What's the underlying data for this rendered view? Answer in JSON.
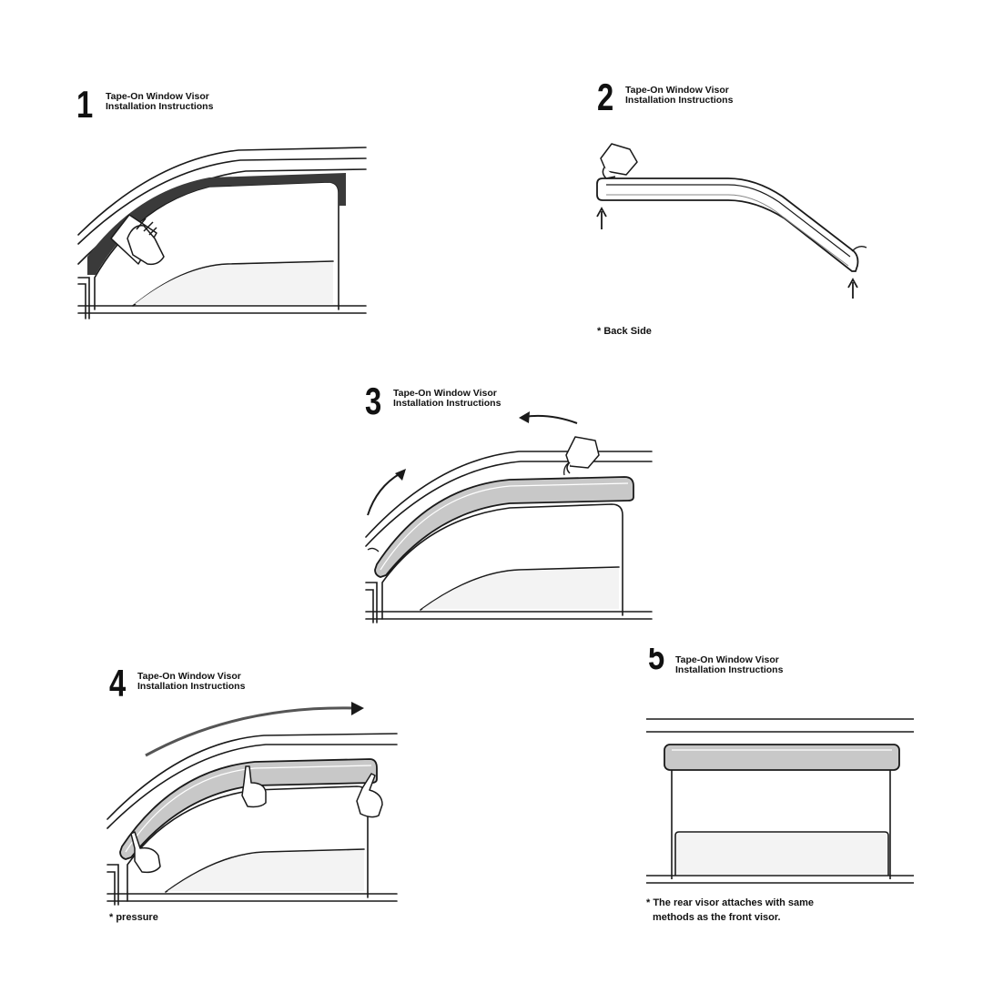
{
  "steps": [
    {
      "number": "1",
      "title_line1": "Tape-On Window Visor",
      "title_line2": "Installation Instructions"
    },
    {
      "number": "2",
      "title_line1": "Tape-On Window Visor",
      "title_line2": "Installation Instructions",
      "note": "* Back Side"
    },
    {
      "number": "3",
      "title_line1": "Tape-On Window Visor",
      "title_line2": "Installation Instructions"
    },
    {
      "number": "4",
      "title_line1": "Tape-On Window Visor",
      "title_line2": "Installation Instructions",
      "note": "* pressure"
    },
    {
      "number": "5",
      "title_line1": "Tape-On Window Visor",
      "title_line2": "Installation Instructions",
      "note_line1": "* The rear visor attaches with same",
      "note_line2": "methods as the front visor."
    }
  ],
  "colors": {
    "ink": "#1a1a1a",
    "visor_fill": "#c8c8c8",
    "dark_band": "#3a3a3a",
    "glass": "#f0f0f0"
  }
}
